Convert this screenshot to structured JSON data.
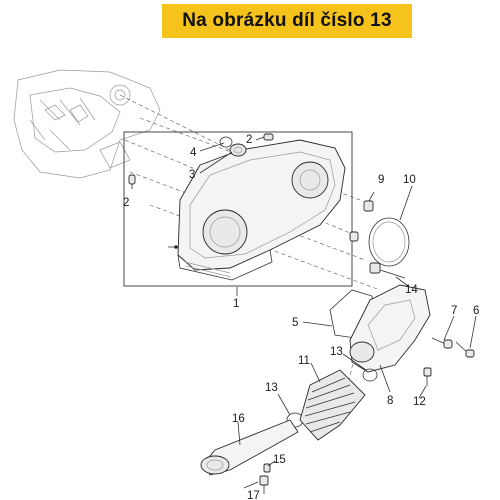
{
  "banner": {
    "text": "Na obrázku díl číslo 13"
  },
  "callouts": {
    "c1": "1",
    "c2a": "2",
    "c2b": "2",
    "c3": "3",
    "c4": "4",
    "c5": "5",
    "c6": "6",
    "c7": "7",
    "c8": "8",
    "c9": "9",
    "c10": "10",
    "c11": "11",
    "c12": "12",
    "c13a": "13",
    "c13b": "13",
    "c14": "14",
    "c15": "15",
    "c16": "16",
    "c17": "17"
  }
}
